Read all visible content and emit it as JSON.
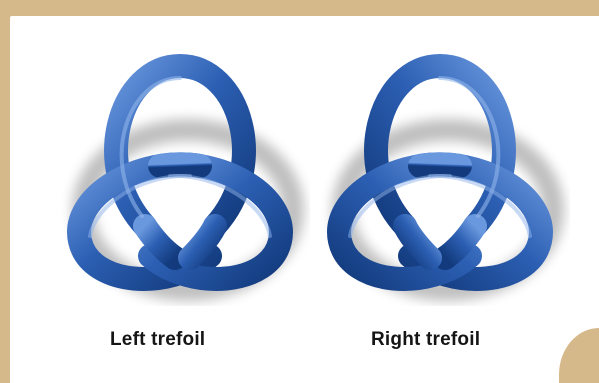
{
  "figure": {
    "knots": [
      {
        "label": "Left trefoil",
        "handedness": "left"
      },
      {
        "label": "Right trefoil",
        "handedness": "right"
      }
    ],
    "colors": {
      "tube": "#2c5fb3",
      "tube_highlight": "#6a98de",
      "tube_shadow": "#123a7c",
      "background": "#ffffff",
      "frame": "#d6b98a"
    }
  }
}
